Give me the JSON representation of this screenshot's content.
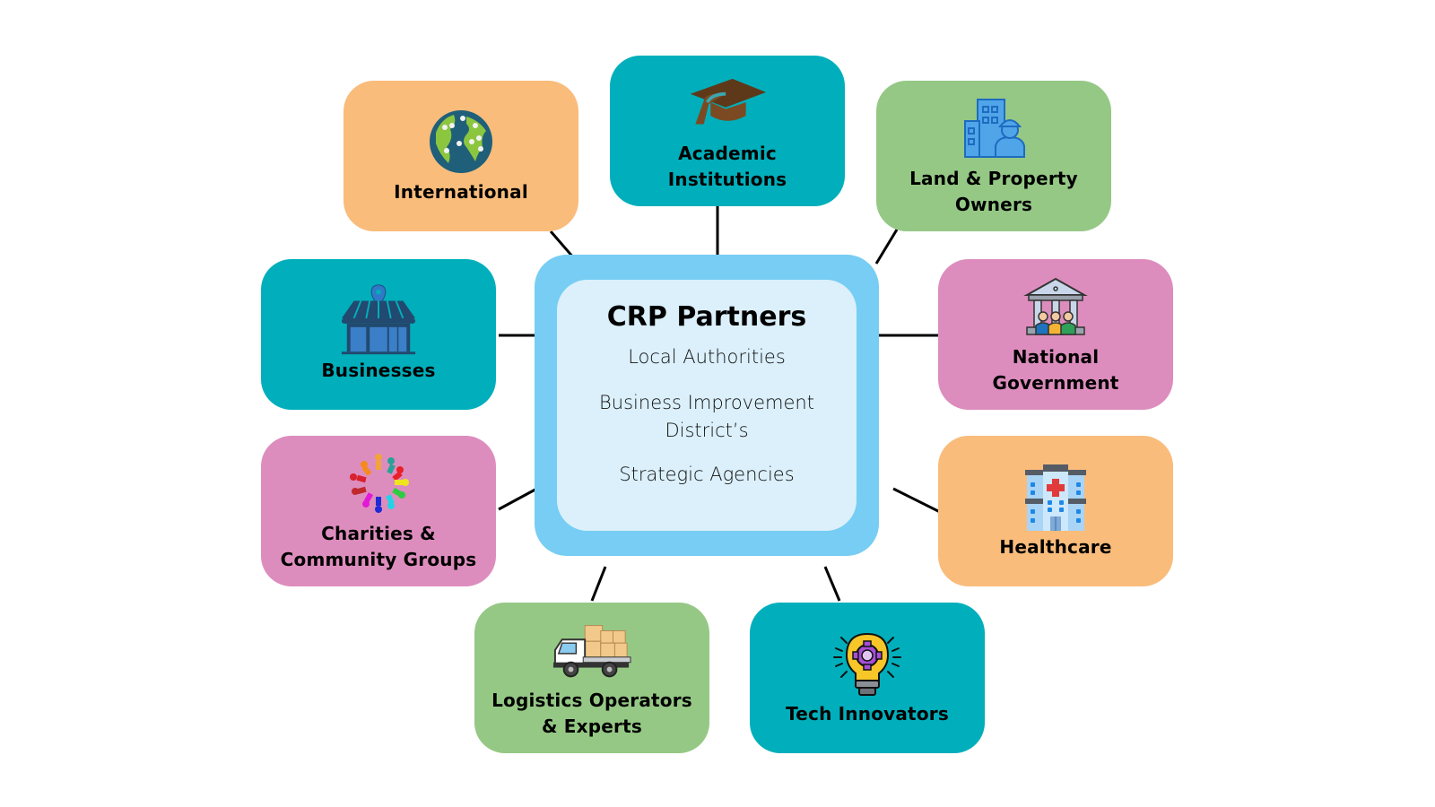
{
  "diagram": {
    "type": "hub-and-spoke",
    "center": {
      "title": "CRP Partners",
      "items": [
        "Local Authorities",
        "Business Improvement\nDistrict’s",
        "Strategic Agencies"
      ],
      "outer_color": "#77cdf3",
      "inner_color": "#dbf0fb"
    },
    "nodes": [
      {
        "id": "international",
        "label": "International",
        "icon": "globe-people-icon",
        "color": "#f9bc7b"
      },
      {
        "id": "academic",
        "label": "Academic\nInstitutions",
        "icon": "graduation-cap-icon",
        "color": "#00afbb"
      },
      {
        "id": "land-property",
        "label": "Land & Property\nOwners",
        "icon": "building-worker-icon",
        "color": "#95c885"
      },
      {
        "id": "national-government",
        "label": "National\nGovernment",
        "icon": "government-building-icon",
        "color": "#dd8dbd"
      },
      {
        "id": "healthcare",
        "label": "Healthcare",
        "icon": "hospital-icon",
        "color": "#f9bc7b"
      },
      {
        "id": "tech-innovators",
        "label": "Tech Innovators",
        "icon": "lightbulb-gear-icon",
        "color": "#00afbb"
      },
      {
        "id": "logistics",
        "label": "Logistics Operators\n& Experts",
        "icon": "delivery-truck-icon",
        "color": "#95c885"
      },
      {
        "id": "charities",
        "label": "Charities &\nCommunity Groups",
        "icon": "people-circle-icon",
        "color": "#dd8dbd"
      },
      {
        "id": "businesses",
        "label": "Businesses",
        "icon": "storefront-icon",
        "color": "#00afbb"
      }
    ],
    "connector_color": "#000000"
  }
}
